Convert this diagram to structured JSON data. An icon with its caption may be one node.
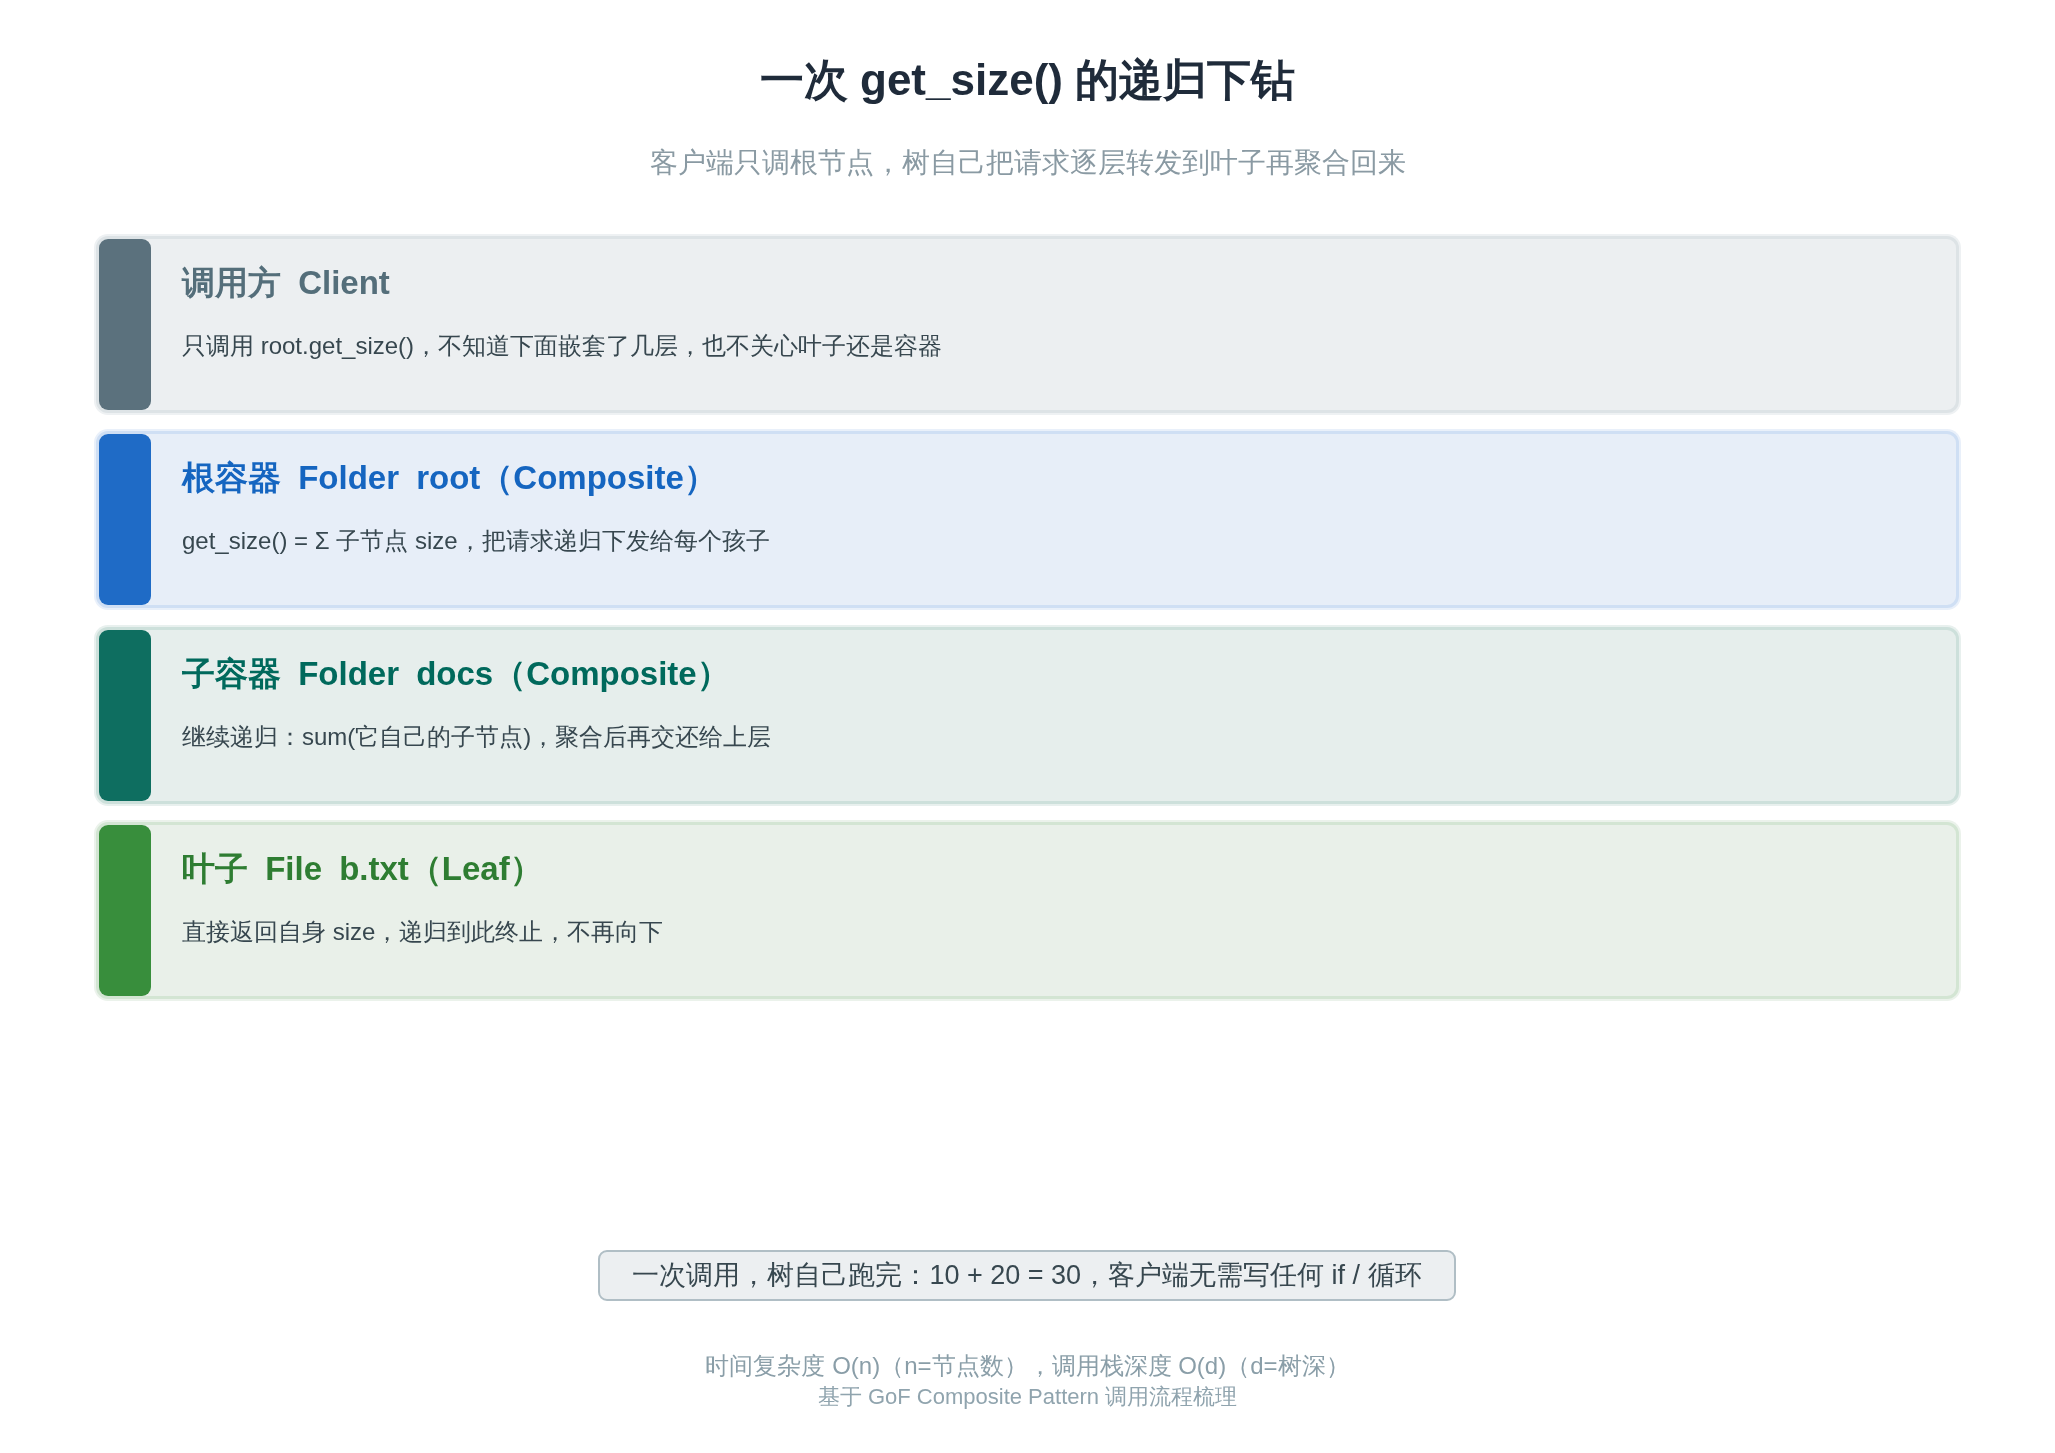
{
  "diagram": {
    "title": "一次 get_size() 的递归下钻",
    "nodes": [
      {
        "text": [
          "调用方 Client",
          "只调用 root.get_size()，不知道下面嵌套了几层，也不关心叶子还是容器"
        ]
      },
      {
        "text": [
          "根容器 Folder root（Composite）",
          "get_size() = Σ 子节点 size，把请求递归下发给每个孩子"
        ]
      },
      {
        "text": [
          "子容器 Folder docs（Composite）",
          "继续递归：sum(它自己的子节点)，聚合后再交还给上层"
        ]
      },
      {
        "text": [
          "叶子 File b.txt（Leaf）",
          "直接返回自身 size，递归到此终止，不再向下"
        ]
      },
      {
        "text": [
          "一次调用，树自己跑完：10 + 20 = 30，客户端无需写任何 if / 循环"
        ]
      }
    ],
    "labels": [
      "客户端只调根节点，树自己把请求逐层转发到叶子再聚合回来",
      "时间复杂度 O(n)（n=节点数），调用栈深度 O(d)（d=树深）",
      "基于 GoF Composite Pattern 调用流程梳理"
    ]
  }
}
